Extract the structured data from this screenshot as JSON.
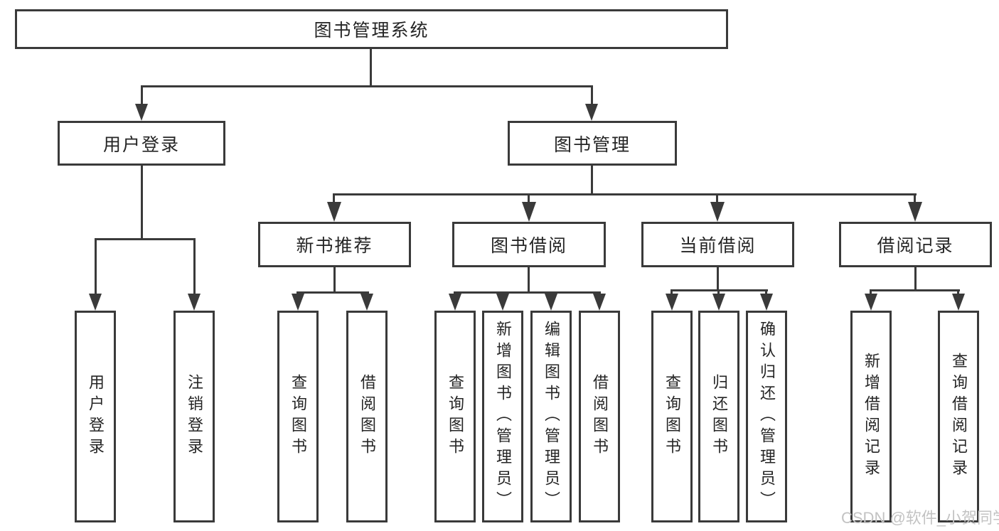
{
  "tree": {
    "root": {
      "label": "图书管理系统"
    },
    "branches": [
      {
        "label": "用户登录",
        "children": [
          {
            "label": "用户登录"
          },
          {
            "label": "注销登录"
          }
        ]
      },
      {
        "label": "图书管理",
        "children": [
          {
            "label": "新书推荐",
            "children": [
              {
                "label": "查询图书"
              },
              {
                "label": "借阅图书"
              }
            ]
          },
          {
            "label": "图书借阅",
            "children": [
              {
                "label": "查询图书"
              },
              {
                "label": "新增图书（管理员）"
              },
              {
                "label": "编辑图书（管理员）"
              },
              {
                "label": "借阅图书"
              }
            ]
          },
          {
            "label": "当前借阅",
            "children": [
              {
                "label": "查询图书"
              },
              {
                "label": "归还图书"
              },
              {
                "label": "确认归还（管理员）"
              }
            ]
          },
          {
            "label": "借阅记录",
            "children": [
              {
                "label": "新增借阅记录"
              },
              {
                "label": "查询借阅记录"
              }
            ]
          }
        ]
      }
    ]
  },
  "watermark": {
    "text": "CSDN @软件_小贺同学"
  },
  "colors": {
    "line": "#3a3a3a",
    "box_border": "#3a3a3a",
    "text": "#252525",
    "watermark": "#c3c3c3",
    "background": "#ffffff"
  }
}
